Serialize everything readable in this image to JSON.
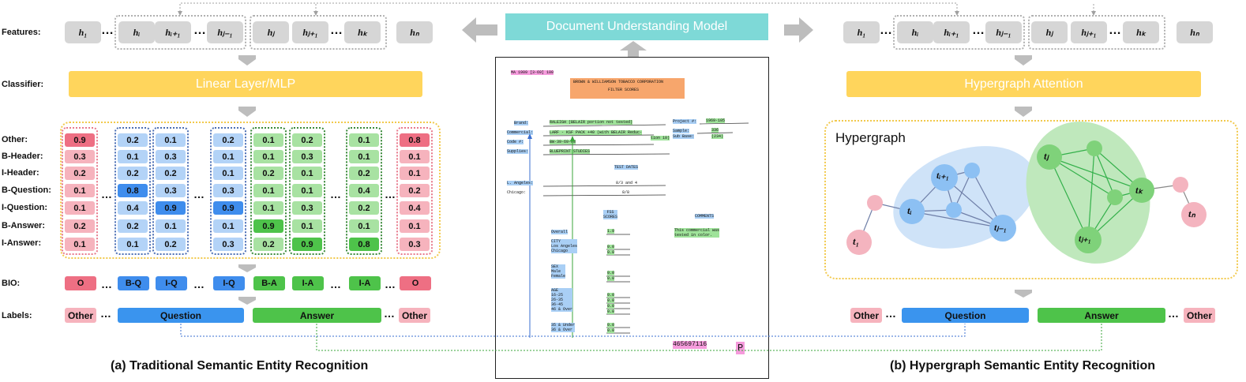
{
  "row_labels": {
    "features": "Features:",
    "classifier": "Classifier:",
    "other": "Other:",
    "b_header": "B-Header:",
    "i_header": "I-Header:",
    "b_question": "B-Question:",
    "i_question": "I-Question:",
    "b_answer": "B-Answer:",
    "i_answer": "I-Answer:",
    "bio": "BIO:",
    "labels": "Labels:"
  },
  "features": [
    "h1",
    "…",
    "hi",
    "hi+1",
    "…",
    "hj−1",
    "hj",
    "hj+1",
    "…",
    "hk",
    "hn"
  ],
  "feat": {
    "h1": "h₁",
    "hi": "hᵢ",
    "hi1": "hᵢ₊₁",
    "hj_1": "hⱼ₋₁",
    "hj": "hⱼ",
    "hj1": "hⱼ₊₁",
    "hk": "hₖ",
    "hn": "hₙ",
    "dots": "…"
  },
  "left": {
    "classifier": "Linear Layer/MLP",
    "caption": "(a) Traditional Semantic Entity Recognition",
    "columns": [
      {
        "vals": [
          "0.9",
          "0.3",
          "0.2",
          "0.1",
          "0.1",
          "0.2",
          "0.1"
        ],
        "tag": "O"
      },
      {
        "vals": [
          "0.2",
          "0.1",
          "0.2",
          "0.8",
          "0.4",
          "0.2",
          "0.1"
        ],
        "tag": "B-Q"
      },
      {
        "vals": [
          "0.1",
          "0.3",
          "0.2",
          "0.3",
          "0.9",
          "0.1",
          "0.2"
        ],
        "tag": "I-Q"
      },
      {
        "vals": [
          "0.2",
          "0.1",
          "0.1",
          "0.3",
          "0.9",
          "0.1",
          "0.3"
        ],
        "tag": "I-Q"
      },
      {
        "vals": [
          "0.1",
          "0.1",
          "0.2",
          "0.1",
          "0.1",
          "0.9",
          "0.2"
        ],
        "tag": "B-A"
      },
      {
        "vals": [
          "0.2",
          "0.3",
          "0.1",
          "0.1",
          "0.3",
          "0.1",
          "0.9"
        ],
        "tag": "I-A"
      },
      {
        "vals": [
          "0.1",
          "0.1",
          "0.2",
          "0.4",
          "0.2",
          "0.1",
          "0.8"
        ],
        "tag": "I-A"
      },
      {
        "vals": [
          "0.8",
          "0.1",
          "0.1",
          "0.2",
          "0.4",
          "0.1",
          "0.3"
        ],
        "tag": "O"
      }
    ],
    "labels": {
      "other": "Other",
      "question": "Question",
      "answer": "Answer",
      "other2": "Other"
    }
  },
  "center": {
    "model": "Document Understanding Model",
    "doc": {
      "top": "MA 1909 [3-69] 100",
      "title1": "BROWN & WILLIAMSON TOBACCO CORPORATION",
      "title2": "FILTER SCORES",
      "brand_q": "Brand:",
      "brand_a": "RALEIGH (BELAIR portion not tested)",
      "project_q": "Project #:",
      "project_a": "1969-105",
      "comm_q": "Commercial:",
      "comm_a": "LARF - KSF PACK +40 (with BELAIR Reduc-",
      "comm_a2": "tion 10)",
      "sample_q": "Sample:",
      "sample_a": "336",
      "base_q": "Sub Base:",
      "base_a": "(234)",
      "code_q": "Code #:",
      "code_a": "BW-39-69-08",
      "supp_q": "Supplies:",
      "supp_a": "BLUEPRINT STUDIES",
      "test_dates": "TEST DATES",
      "la": "L. Angeles:",
      "la_a": "8/3 and 4",
      "chi": "Chicago:",
      "chi_a": "8/8",
      "scores": "FSS",
      "scores2": "SCORES",
      "comments": "COMMENTS",
      "comment_text": "This commercial was",
      "comment_text2": "tested in color.",
      "overall": "Overall",
      "overall_v": "1.9",
      "city": "CITY",
      "la2": "Los Angeles",
      "chi2": "Chicago",
      "v1": "0.0",
      "v2": "0.0",
      "sex": "SEX",
      "male": "Male",
      "female": "Female",
      "v3": "0.0",
      "v4": "0.0",
      "age": "AGE",
      "a1": "16-25",
      "a2": "26-35",
      "a3": "36-45",
      "a4": "46 & Over",
      "v5": "0.0",
      "v6": "0.0",
      "v7": "0.0",
      "v8": "0.0",
      "u1": "35 & Under",
      "u2": "36 & Over",
      "v9": "0.0",
      "v10": "0.0",
      "docno": "465697116",
      "p": "P"
    }
  },
  "right": {
    "classifier": "Hypergraph Attention",
    "hypergraph_title": "Hypergraph",
    "caption": "(b) Hypergraph Semantic Entity Recognition",
    "nodes": {
      "t1": "t₁",
      "ti": "tᵢ",
      "ti1": "tᵢ₊₁",
      "tj_1": "tⱼ₋₁",
      "tj": "tⱼ",
      "tj1": "tⱼ₊₁",
      "tk": "tₖ",
      "tn": "tₙ"
    },
    "labels": {
      "other": "Other",
      "question": "Question",
      "answer": "Answer",
      "other2": "Other"
    }
  },
  "colors": {
    "classifier": "#ffd55c",
    "model": "#7ed9d7",
    "question": "#3a94ee",
    "answer": "#4ec34a",
    "other": "#f6b3bd",
    "blue_ellipse": "#cfe3f8",
    "green_ellipse": "#bfe8bc"
  }
}
